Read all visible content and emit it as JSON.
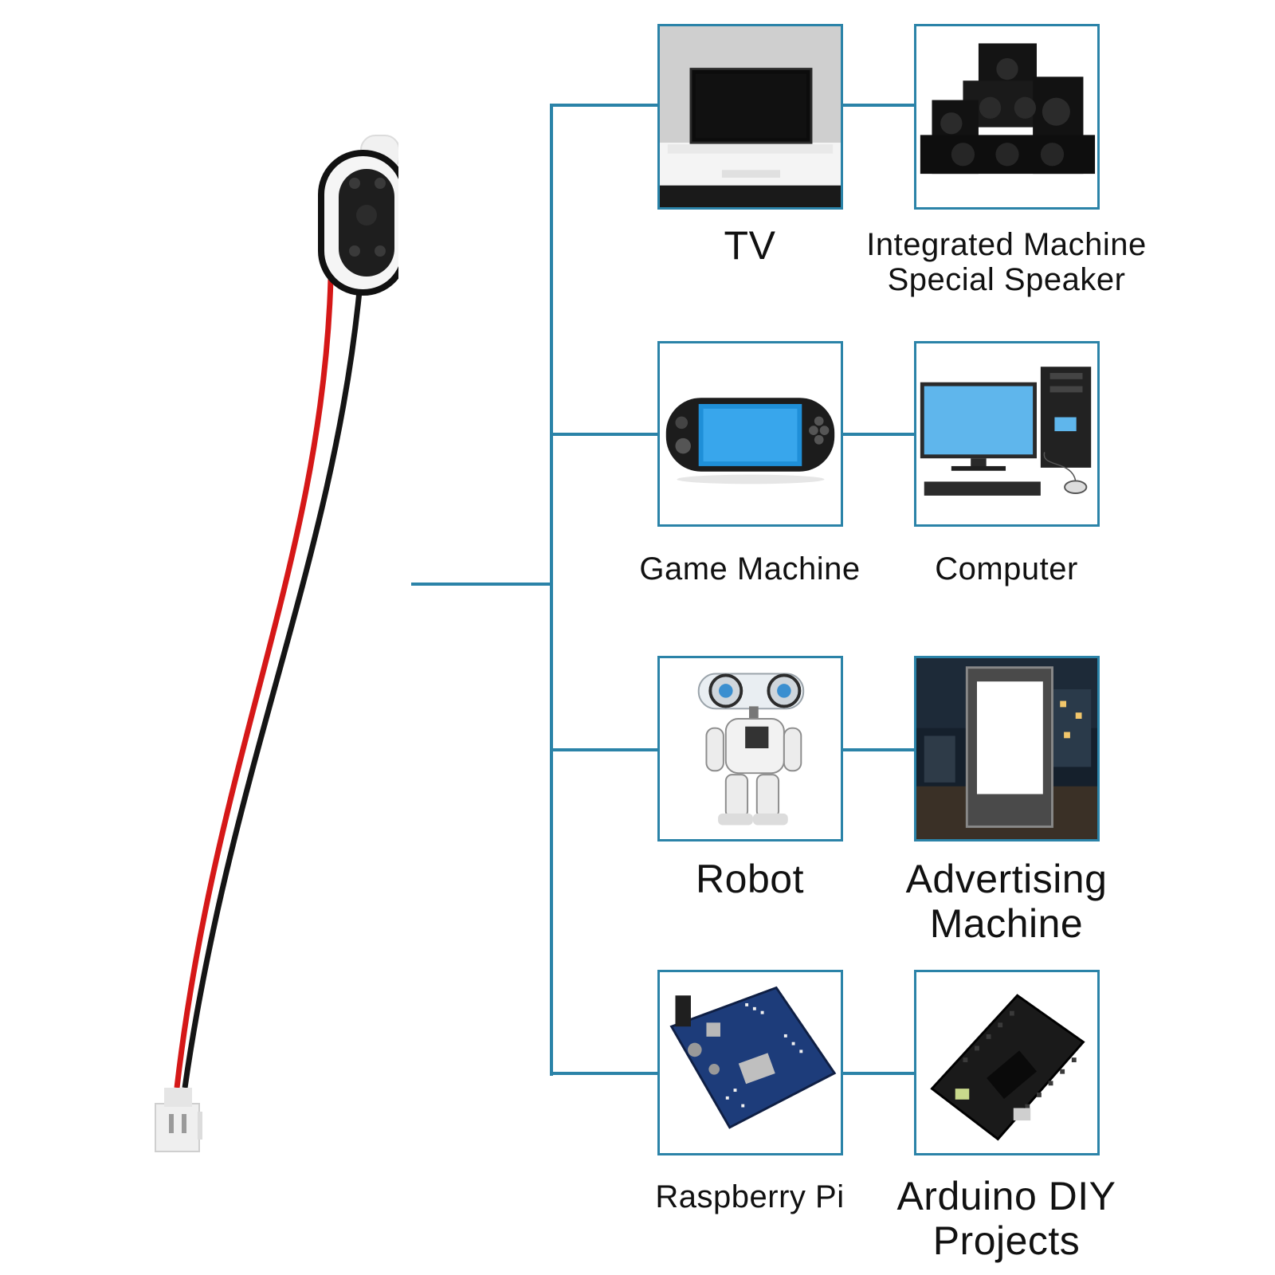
{
  "colors": {
    "connector": "#2b83a8",
    "wire_red": "#d51818",
    "wire_black": "#151515",
    "text": "#111111"
  },
  "speaker_icon": "oval-mini-speaker-with-cable",
  "applications": [
    {
      "icon": "tv-icon",
      "label_lines": [
        "TV"
      ]
    },
    {
      "icon": "speaker-stack-icon",
      "label_lines": [
        "Integrated Machine",
        "Special Speaker"
      ]
    },
    {
      "icon": "handheld-console-icon",
      "label_lines": [
        "Game Machine"
      ]
    },
    {
      "icon": "desktop-computer-icon",
      "label_lines": [
        "Computer"
      ]
    },
    {
      "icon": "robot-icon",
      "label_lines": [
        "Robot"
      ]
    },
    {
      "icon": "ad-kiosk-icon",
      "label_lines": [
        "Advertising",
        "Machine"
      ]
    },
    {
      "icon": "circuit-board-icon",
      "label_lines": [
        "Raspberry Pi"
      ]
    },
    {
      "icon": "dev-board-icon",
      "label_lines": [
        "Arduino DIY",
        "Projects"
      ]
    }
  ]
}
